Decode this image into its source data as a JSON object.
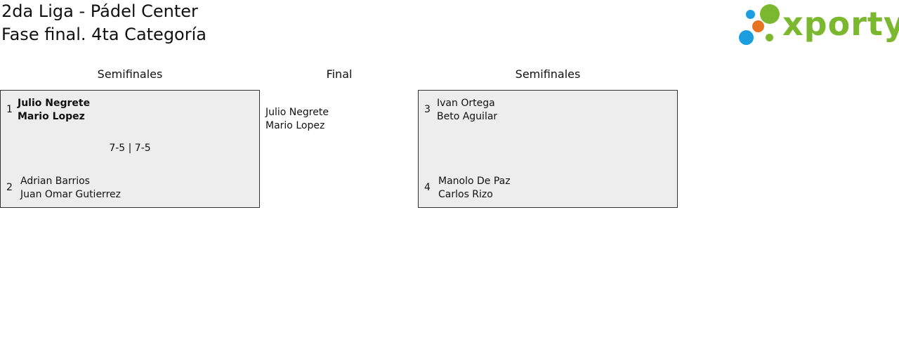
{
  "header": {
    "title_line1": "2da Liga - Pádel Center",
    "title_line2": "Fase final. 4ta Categoría"
  },
  "logo": {
    "text": "xporty",
    "colors": {
      "green": "#7cb82f",
      "blue": "#1a9ee0",
      "orange": "#e8731e"
    }
  },
  "bracket": {
    "columns": {
      "left": "Semifinales",
      "center": "Final",
      "right": "Semifinales"
    },
    "semifinal_left": {
      "top": {
        "seed": "1",
        "player1": "Julio Negrete",
        "player2": "Mario Lopez",
        "winner": true
      },
      "bottom": {
        "seed": "2",
        "player1": "Adrian Barrios",
        "player2": "Juan Omar Gutierrez",
        "winner": false
      },
      "score": "7-5 | 7-5"
    },
    "final": {
      "player1": "Julio Negrete",
      "player2": "Mario Lopez"
    },
    "semifinal_right": {
      "top": {
        "seed": "3",
        "player1": "Ivan Ortega",
        "player2": "Beto Aguilar"
      },
      "bottom": {
        "seed": "4",
        "player1": "Manolo De Paz",
        "player2": "Carlos Rizo"
      },
      "score": ""
    }
  }
}
